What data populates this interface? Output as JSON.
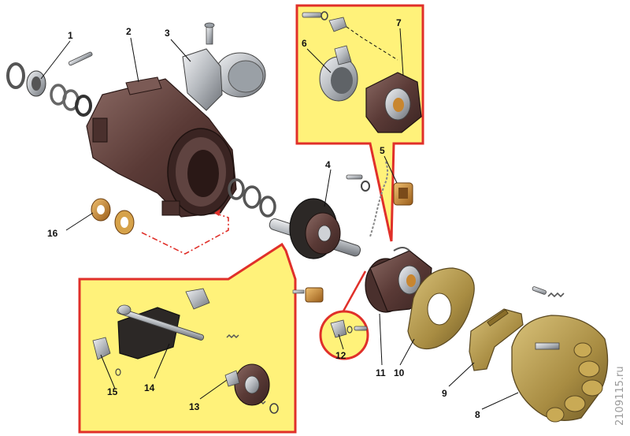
{
  "callouts": {
    "n1": "1",
    "n2": "2",
    "n3": "3",
    "n4": "4",
    "n5": "5",
    "n6": "6",
    "n7": "7",
    "n8": "8",
    "n9": "9",
    "n10": "10",
    "n11": "11",
    "n12": "12",
    "n13": "13",
    "n14": "14",
    "n15": "15",
    "n16": "16"
  },
  "watermark": "2109115.ru",
  "colors": {
    "inset_fill": "#fff27a",
    "inset_border": "#e0302a",
    "housing": "#5a3a36",
    "cap": "#b79a4e",
    "steel": "#c9ccd0",
    "copper": "#c8862f",
    "leader": "#111111"
  }
}
